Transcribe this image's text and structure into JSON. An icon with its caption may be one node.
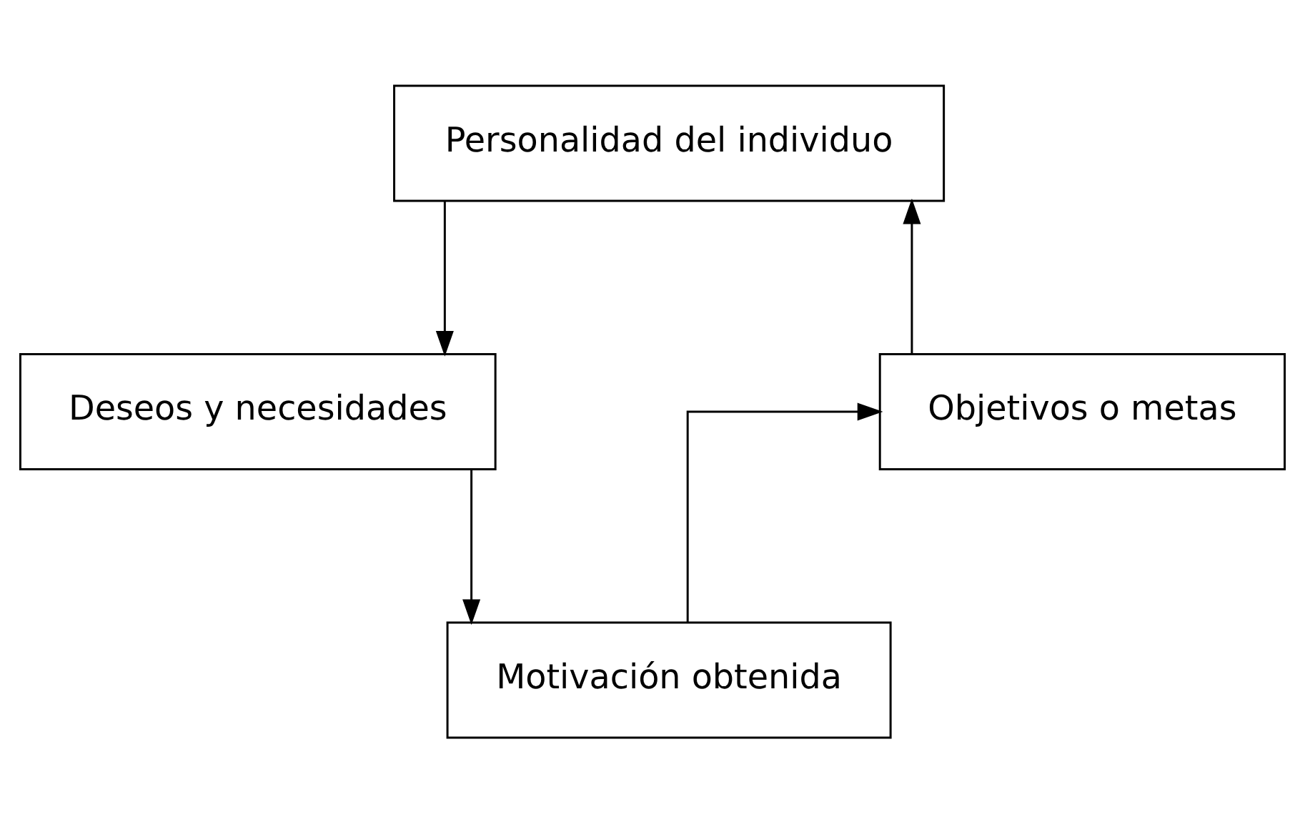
{
  "diagram": {
    "nodes": [
      {
        "text": [
          "Personalidad del individuo"
        ]
      },
      {
        "text": [
          "Deseos y necesidades"
        ]
      },
      {
        "text": [
          "Motivación obtenida"
        ]
      },
      {
        "text": [
          "Objetivos o metas"
        ]
      }
    ],
    "edges": [
      {
        "from": 0,
        "to": 1,
        "arrow": "to"
      },
      {
        "from": 1,
        "to": 2,
        "arrow": "to"
      },
      {
        "from": 2,
        "to": 3,
        "arrow": "to"
      },
      {
        "from": 3,
        "to": 0,
        "arrow": "to"
      }
    ]
  }
}
